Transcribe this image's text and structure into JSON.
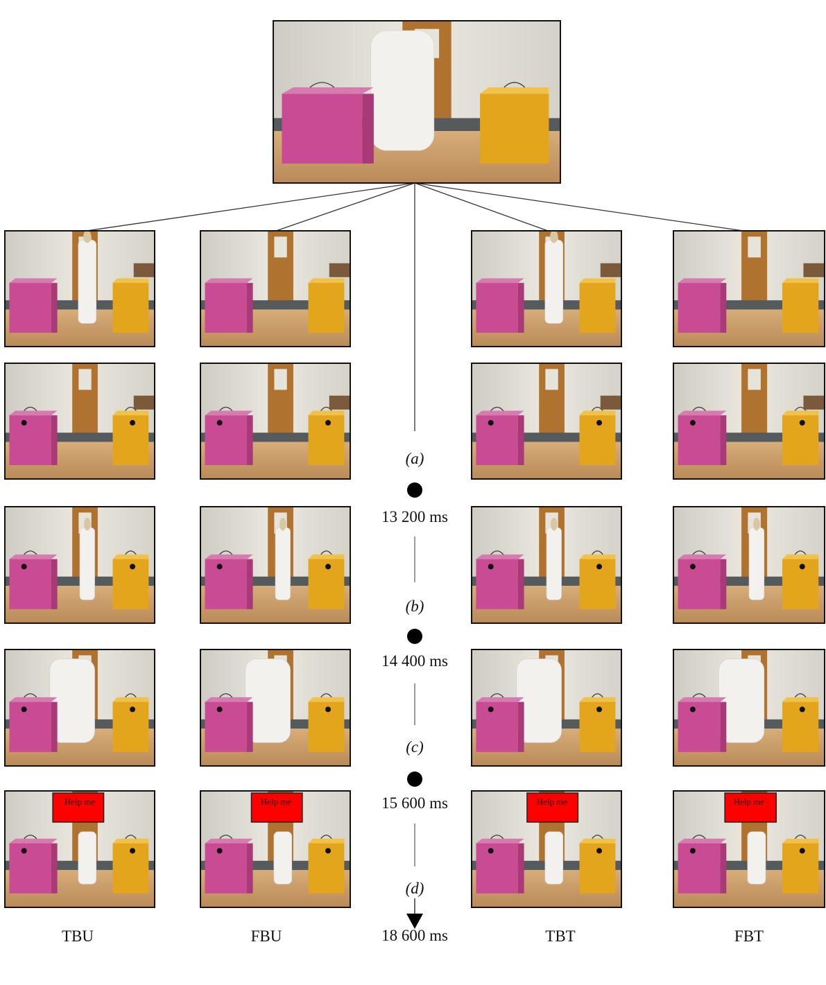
{
  "columns": [
    "TBU",
    "FBU",
    "TBT",
    "FBT"
  ],
  "timeline": {
    "phases": [
      "(a)",
      "(b)",
      "(c)",
      "(d)"
    ],
    "times": [
      "13 200 ms",
      "14 400 ms",
      "15 600 ms",
      "18 600 ms"
    ]
  },
  "help_label": "Help me",
  "colors": {
    "pink_box": "#c94b93",
    "yellow_box": "#e2a51c",
    "wall": "#e4e1d8",
    "floor": "#555a5c",
    "table": "#c79a66",
    "door": "#b0722f",
    "help_bg": "#ff0000"
  }
}
